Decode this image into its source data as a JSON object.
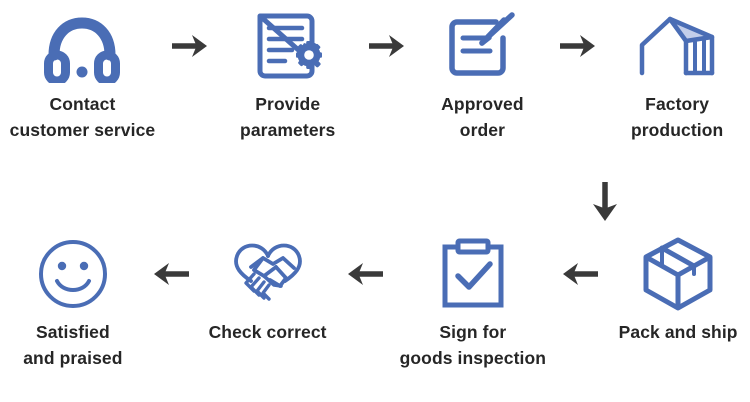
{
  "diagram": {
    "type": "process-flow",
    "title": "",
    "colors": {
      "icon_blue": "#4A6DB5",
      "icon_fill_light": "#BCC8E8",
      "arrow_dark": "#3A3A3A",
      "text": "#262626",
      "background": "#FFFFFF"
    },
    "rows": [
      {
        "id": "row-top",
        "direction": "left-to-right",
        "steps": [
          {
            "id": "contact-customer-service",
            "icon": "headset-icon",
            "label": "Contact\ncustomer service"
          },
          {
            "id": "provide-parameters",
            "icon": "document-gear-icon",
            "label": "Provide\nparameters"
          },
          {
            "id": "approved-order",
            "icon": "document-pencil-icon",
            "label": "Approved\norder"
          },
          {
            "id": "factory-production",
            "icon": "factory-building-icon",
            "label": "Factory\nproduction"
          }
        ],
        "connectors": [
          {
            "id": "arrow-right-1",
            "icon": "arrow-right-icon"
          },
          {
            "id": "arrow-right-2",
            "icon": "arrow-right-icon"
          },
          {
            "id": "arrow-right-3",
            "icon": "arrow-right-icon"
          }
        ]
      },
      {
        "id": "row-bottom",
        "direction": "right-to-left",
        "steps": [
          {
            "id": "satisfied-and-praised",
            "icon": "smiley-face-icon",
            "label": "Satisfied\nand praised"
          },
          {
            "id": "check-correct",
            "icon": "handshake-heart-icon",
            "label": "Check correct"
          },
          {
            "id": "sign-for-goods-inspection",
            "icon": "clipboard-check-icon",
            "label": "Sign for\ngoods inspection"
          },
          {
            "id": "pack-and-ship",
            "icon": "package-box-icon",
            "label": "Pack and ship"
          }
        ],
        "connectors": [
          {
            "id": "arrow-left-1",
            "icon": "arrow-left-icon"
          },
          {
            "id": "arrow-left-2",
            "icon": "arrow-left-icon"
          },
          {
            "id": "arrow-left-3",
            "icon": "arrow-left-icon"
          }
        ]
      }
    ],
    "row_connector": {
      "id": "arrow-down-1",
      "icon": "arrow-down-icon"
    }
  }
}
